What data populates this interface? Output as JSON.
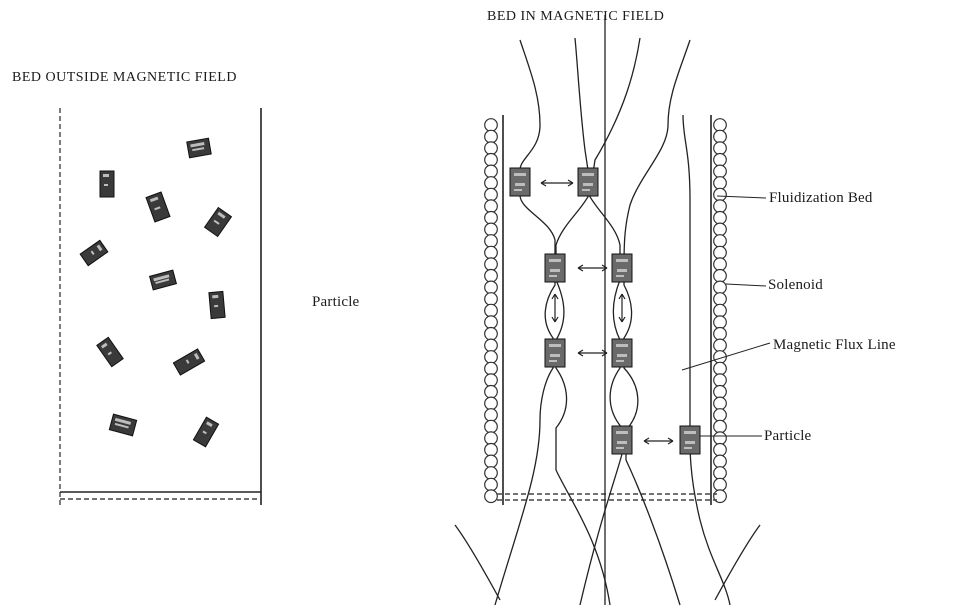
{
  "left_panel": {
    "title": "BED OUTSIDE MAGNETIC FIELD",
    "particle_label": "Particle"
  },
  "right_panel": {
    "title": "BED IN MAGNETIC FIELD",
    "labels": {
      "fluidization_bed": "Fluidization Bed",
      "solenoid": "Solenoid",
      "magnetic_flux_line": "Magnetic Flux Line",
      "particle": "Particle"
    }
  }
}
